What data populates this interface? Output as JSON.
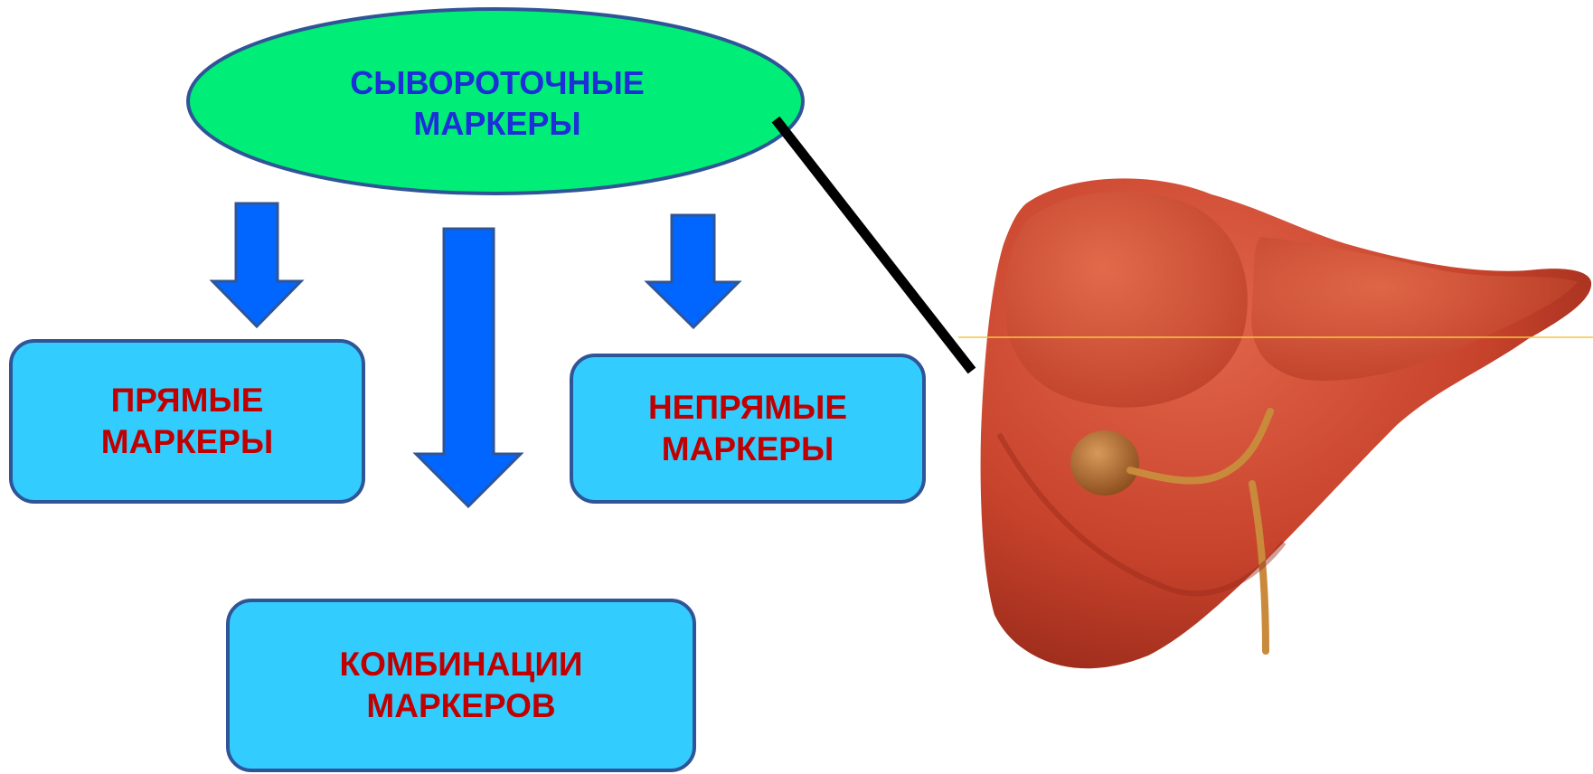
{
  "diagram": {
    "root": {
      "lines": [
        "СЫВОРОТОЧНЫЕ",
        "МАРКЕРЫ"
      ],
      "fill": "#00ee77",
      "text_color": "#1c2fd8"
    },
    "children": [
      {
        "id": "direct",
        "lines": [
          "ПРЯМЫЕ",
          "МАРКЕРЫ"
        ]
      },
      {
        "id": "indirect",
        "lines": [
          "НЕПРЯМЫЕ",
          "МАРКЕРЫ"
        ]
      },
      {
        "id": "combinations",
        "lines": [
          "КОМБИНАЦИИ",
          "МАРКЕРОВ"
        ]
      }
    ],
    "box_fill": "#33ccff",
    "box_text_color": "#c00000",
    "arrow_color": "#0066ff",
    "border_color": "#2f5597",
    "pointer_color": "#000000",
    "illustration": "liver-with-gallbladder-illustration"
  }
}
